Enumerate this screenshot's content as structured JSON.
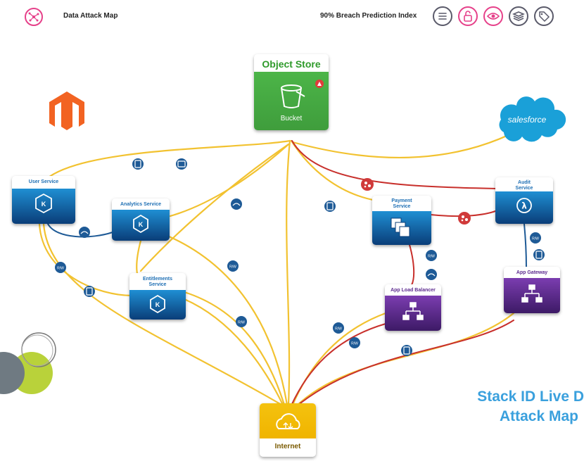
{
  "header": {
    "app_title": "Data Attack Map",
    "prediction_index": "90% Breach Prediction Index",
    "toolbar_icons": [
      "list-icon",
      "lock-icon",
      "eye-icon",
      "layers-icon",
      "tag-icon"
    ]
  },
  "nodes": {
    "object_store": {
      "title": "Object Store",
      "sub": "Bucket"
    },
    "user_service": "User Service",
    "analytics_service": "Analytics Service",
    "entitlements_service": "Entitlements Service",
    "payment_service": "Payment Service",
    "audit_service": "Audit Service",
    "app_load_balancer": "App Load Balancer",
    "app_gateway": "App Gateway",
    "internet": "Internet",
    "salesforce": "salesforce"
  },
  "badge_text": "R/W",
  "side_title": [
    "Stack ID Live D",
    "Attack Map"
  ],
  "colors": {
    "accent": "#e6418a",
    "link_yellow": "#f2c230",
    "link_red": "#c8302c",
    "link_blue": "#1e5a96",
    "store_green": "#4cb548",
    "service_blue": "#1e6fb4",
    "lb_purple": "#6a2f9a",
    "internet_yellow": "#f4c20f",
    "title_blue": "#3aa0dd"
  }
}
